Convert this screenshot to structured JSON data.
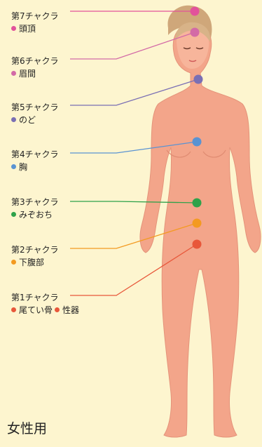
{
  "chakras": [
    {
      "name": "第7チャクラ",
      "parts": [
        "頭頂"
      ],
      "color": "#e2529b"
    },
    {
      "name": "第6チャクラ",
      "parts": [
        "眉間"
      ],
      "color": "#d36aa6"
    },
    {
      "name": "第5チャクラ",
      "parts": [
        "のど"
      ],
      "color": "#7a6fb4"
    },
    {
      "name": "第4チャクラ",
      "parts": [
        "胸"
      ],
      "color": "#5a93d2"
    },
    {
      "name": "第3チャクラ",
      "parts": [
        "みぞおち"
      ],
      "color": "#2ea24a"
    },
    {
      "name": "第2チャクラ",
      "parts": [
        "下腹部"
      ],
      "color": "#f39a21"
    },
    {
      "name": "第1チャクラ",
      "parts": [
        "尾てい骨",
        "性器"
      ],
      "color": "#e8573a"
    }
  ],
  "caption": "女性用"
}
